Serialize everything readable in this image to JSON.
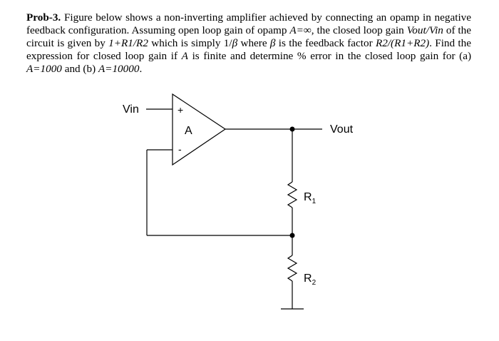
{
  "problem": {
    "number": "Prob-3.",
    "t1": " Figure below shows a non-inverting amplifier achieved by connecting an opamp in negative feedback configuration. Assuming open loop gain of opamp ",
    "gain_A_inf": "A=∞",
    "t2": ", the closed loop gain ",
    "vout_vin": "Vout/Vin",
    "t3": " of the circuit is given by ",
    "expr1": "1+R1/R2",
    "t4": " which is simply 1/",
    "beta": "β",
    "t5": " where ",
    "beta2": "β",
    "t6": " is the feedback factor ",
    "expr2": "R2/(R1+R2)",
    "t7": ". Find the expression for closed loop gain if ",
    "a_var": "A",
    "t8": " is finite and determine % error in the closed loop gain for (a) ",
    "case_a": "A=1000",
    "t9": " and (b) ",
    "case_b": "A=10000",
    "t10": "."
  },
  "circuit": {
    "vin_label": "Vin",
    "vout_label": "Vout",
    "opamp_label": "A",
    "plus_sign": "+",
    "minus_sign": "-",
    "r1_main": "R",
    "r1_sub": "1",
    "r2_main": "R",
    "r2_sub": "2"
  }
}
